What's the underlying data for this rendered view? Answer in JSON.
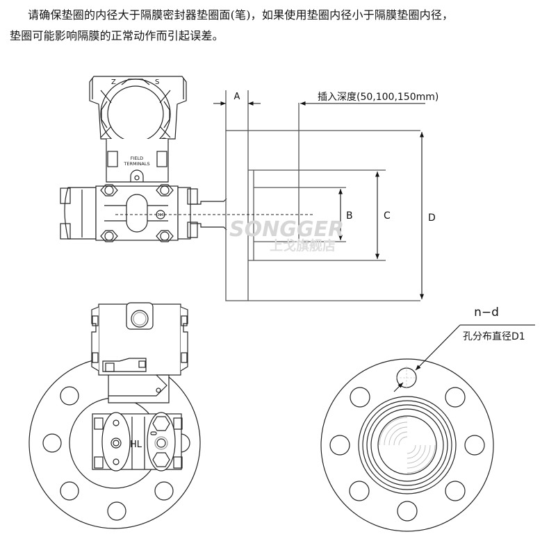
{
  "note": {
    "line1": "请确保垫圈的内径大于隔膜密封器垫圈面(笔)，如果使用垫圈内径小于隔膜垫圈内径，",
    "line2": "垫圈可能影响隔膜的正常动作而引起误差。"
  },
  "side_view": {
    "dim_a": "A",
    "dim_b": "B",
    "dim_c": "C",
    "dim_d": "D",
    "insertion_depth": "插入深度(50,100,150mm)",
    "housing_letters": {
      "left": "Z",
      "right": "S"
    },
    "field_terminals_line1": "FIELD",
    "field_terminals_line2": "TERMINALS",
    "material_badge": "316"
  },
  "front_view": {
    "hl_label": "HL"
  },
  "flange_view": {
    "hole_spec": "n−d",
    "hole_circle": "孔分布直径D1"
  },
  "watermark": {
    "brand": "SONGGER",
    "store": "上戈旗舰店"
  },
  "colors": {
    "line": "#2a2a2a",
    "dim_line": "#555555",
    "watermark": "#d6d6d6"
  }
}
